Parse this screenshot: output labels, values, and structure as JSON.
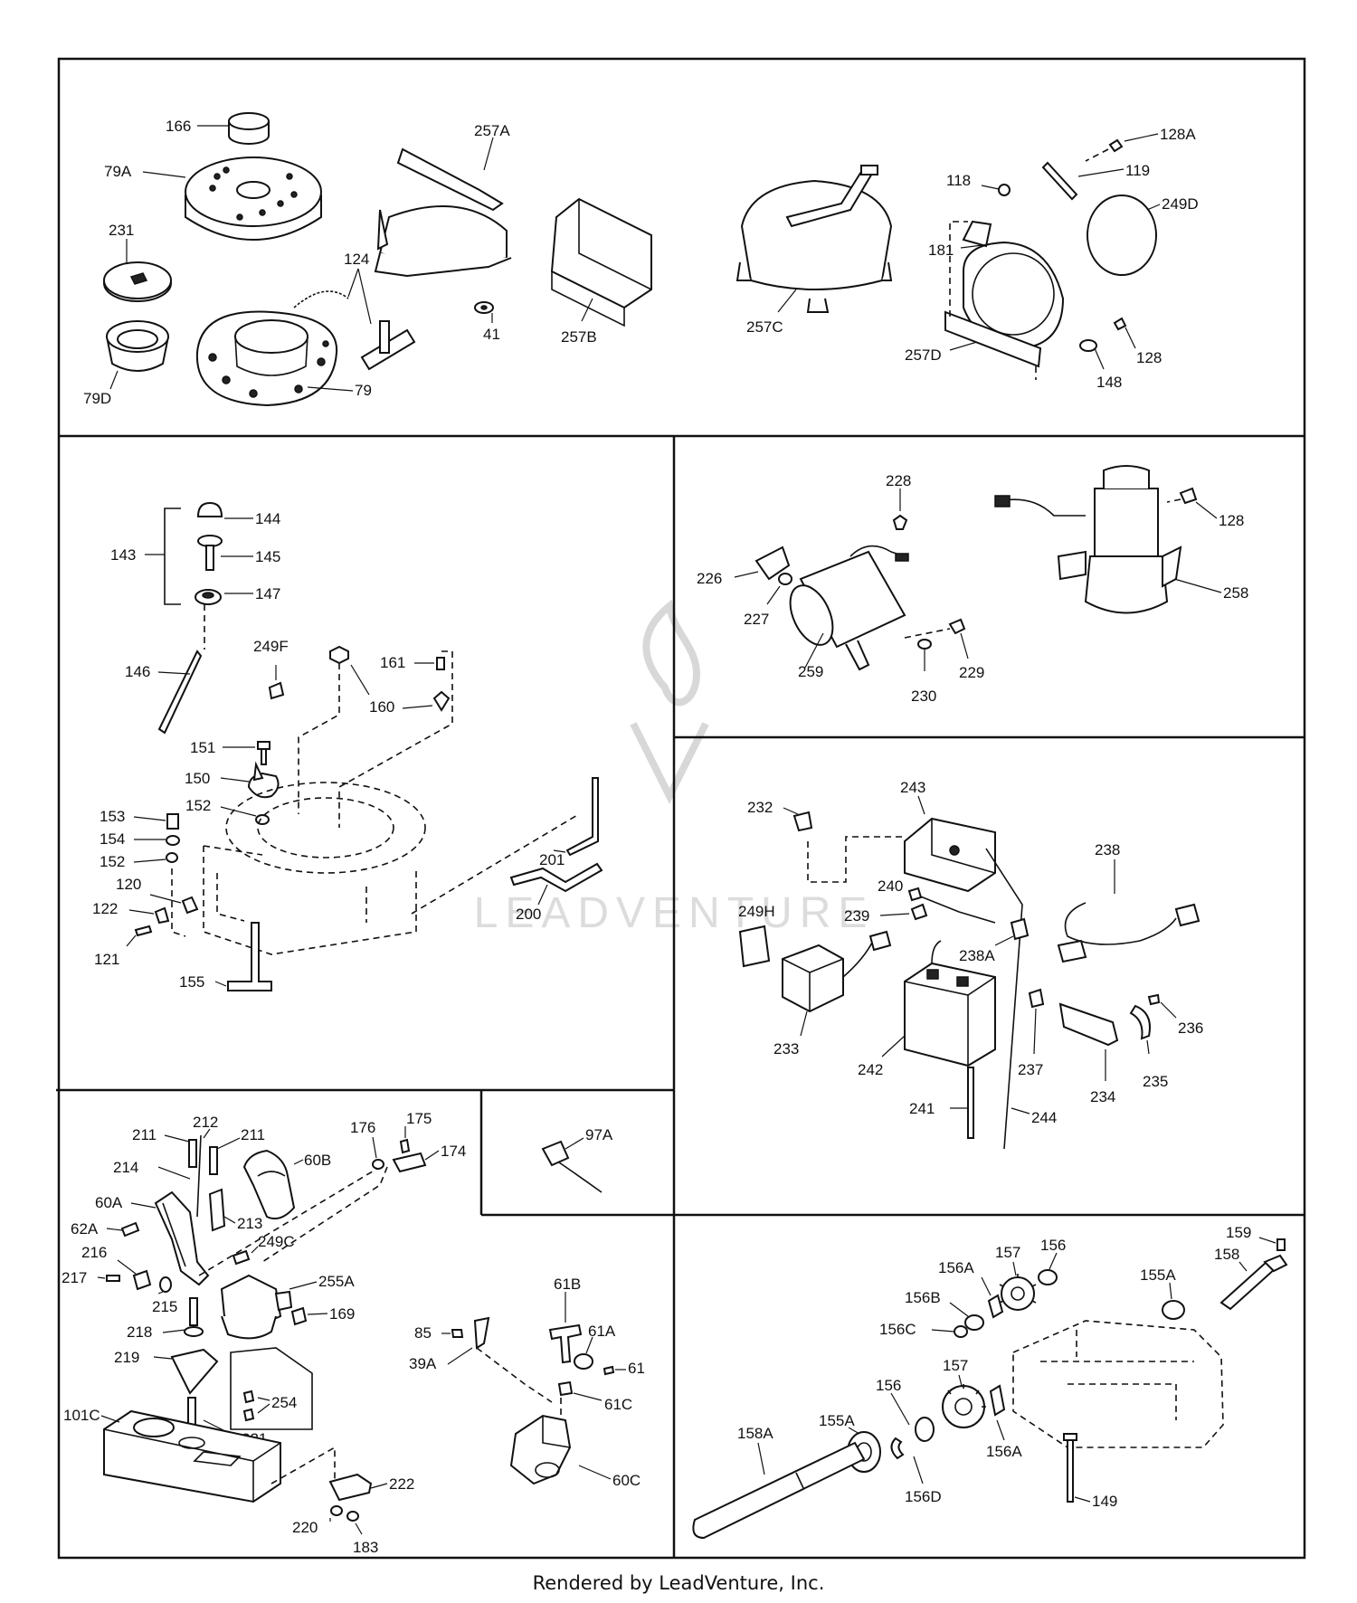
{
  "watermark": "LEADVENTURE",
  "footer": "Rendered by LeadVenture, Inc.",
  "labels": {
    "p166": "166",
    "p79A": "79A",
    "p231": "231",
    "p79D": "79D",
    "p79": "79",
    "p124": "124",
    "p257A": "257A",
    "p41": "41",
    "p257B": "257B",
    "p257C": "257C",
    "p128A": "128A",
    "p118": "118",
    "p119": "119",
    "p249D": "249D",
    "p181": "181",
    "p257D": "257D",
    "p128": "128",
    "p148": "148",
    "p143": "143",
    "p144": "144",
    "p145": "145",
    "p147": "147",
    "p146": "146",
    "p249F": "249F",
    "p161": "161",
    "p160": "160",
    "p151": "151",
    "p150": "150",
    "p152a": "152",
    "p153": "153",
    "p154": "154",
    "p152b": "152",
    "p120": "120",
    "p122": "122",
    "p121": "121",
    "p155": "155",
    "p201": "201",
    "p200": "200",
    "p228": "228",
    "p226": "226",
    "p227": "227",
    "p259": "259",
    "p230": "230",
    "p229": "229",
    "p128b": "128",
    "p258": "258",
    "p243": "243",
    "p232": "232",
    "p238": "238",
    "p240": "240",
    "p239": "239",
    "p249H": "249H",
    "p238A": "238A",
    "p233": "233",
    "p242": "242",
    "p237": "237",
    "p236": "236",
    "p234": "234",
    "p235": "235",
    "p241": "241",
    "p244": "244",
    "p211a": "211",
    "p212": "212",
    "p211b": "211",
    "p60B": "60B",
    "p214": "214",
    "p60A": "60A",
    "p213": "213",
    "p62A": "62A",
    "p249C": "249C",
    "p216": "216",
    "p217": "217",
    "p215": "215",
    "p255A": "255A",
    "p218": "218",
    "p169": "169",
    "p219": "219",
    "p254": "254",
    "p101C": "101C",
    "p221": "221",
    "p222": "222",
    "p220": "220",
    "p183": "183",
    "p176": "176",
    "p175": "175",
    "p174": "174",
    "p97A": "97A",
    "p61B": "61B",
    "p85": "85",
    "p61A": "61A",
    "p39A": "39A",
    "p61": "61",
    "p61C": "61C",
    "p60C": "60C",
    "p159": "159",
    "p157a": "157",
    "p156a": "156",
    "p156A1": "156A",
    "p158": "158",
    "p156B": "156B",
    "p155A1": "155A",
    "p156C": "156C",
    "p157b": "157",
    "p156b": "156",
    "p155A2": "155A",
    "p158A": "158A",
    "p156A2": "156A",
    "p156D": "156D",
    "p149": "149"
  }
}
